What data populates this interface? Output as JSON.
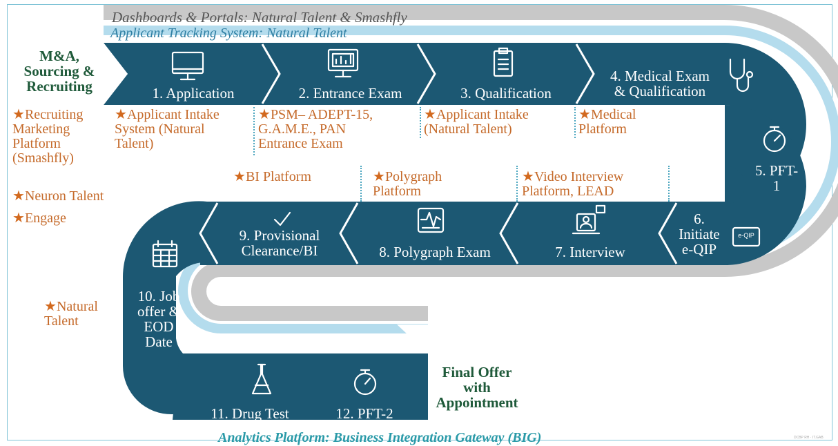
{
  "header": {
    "dashboards": "Dashboards & Portals: Natural Talent & Smashfly",
    "ats": "Applicant Tracking System: Natural Talent"
  },
  "footer": {
    "analytics": "Analytics Platform: Business Integration Gateway (BIG)",
    "watermark": "DCBP RH · IT.GAB"
  },
  "start_label": "M&A,\nSourcing &\nRecruiting",
  "end_label": "Final Offer\nwith\nAppointment",
  "steps": {
    "s1": "1. Application",
    "s2": "2. Entrance Exam",
    "s3": "3. Qualification",
    "s4": "4. Medical Exam\n& Qualification",
    "s5": "5. PFT-\n1",
    "s6": "6.\nInitiate\ne-QIP",
    "s7": "7. Interview",
    "s8": "8. Polygraph Exam",
    "s9": "9. Provisional\nClearance/BI",
    "s10": "10. Job\noffer &\nEOD\nDate",
    "s11": "11. Drug Test",
    "s12": "12. PFT-2"
  },
  "eqip_badge": "e-QIP",
  "platforms": {
    "p_recruiting": "Recruiting\nMarketing\nPlatform\n(Smashfly)",
    "p_neuron": "Neuron Talent",
    "p_engage": "Engage",
    "p_intake1": "Applicant Intake\nSystem (Natural\nTalent)",
    "p_psm": "PSM– ADEPT-15,\nG.A.M.E., PAN\nEntrance Exam",
    "p_intake2": "Applicant Intake\n(Natural Talent)",
    "p_medical": "Medical\nPlatform",
    "p_bi": "BI Platform",
    "p_polygraph": "Polygraph\nPlatform",
    "p_video": "Video Interview\nPlatform, LEAD",
    "p_natural": "Natural\nTalent"
  },
  "star_glyph": "★",
  "colors": {
    "band": "#1c5873",
    "track_outer": "#c8c8c8",
    "track_inner": "#b4dced",
    "platform_text": "#c56a2a",
    "star": "#d2691e",
    "header_gray": "#555555",
    "header_blue": "#2f7fa3",
    "footer_teal": "#2a9aa8",
    "final_green": "#1f5a3a"
  }
}
